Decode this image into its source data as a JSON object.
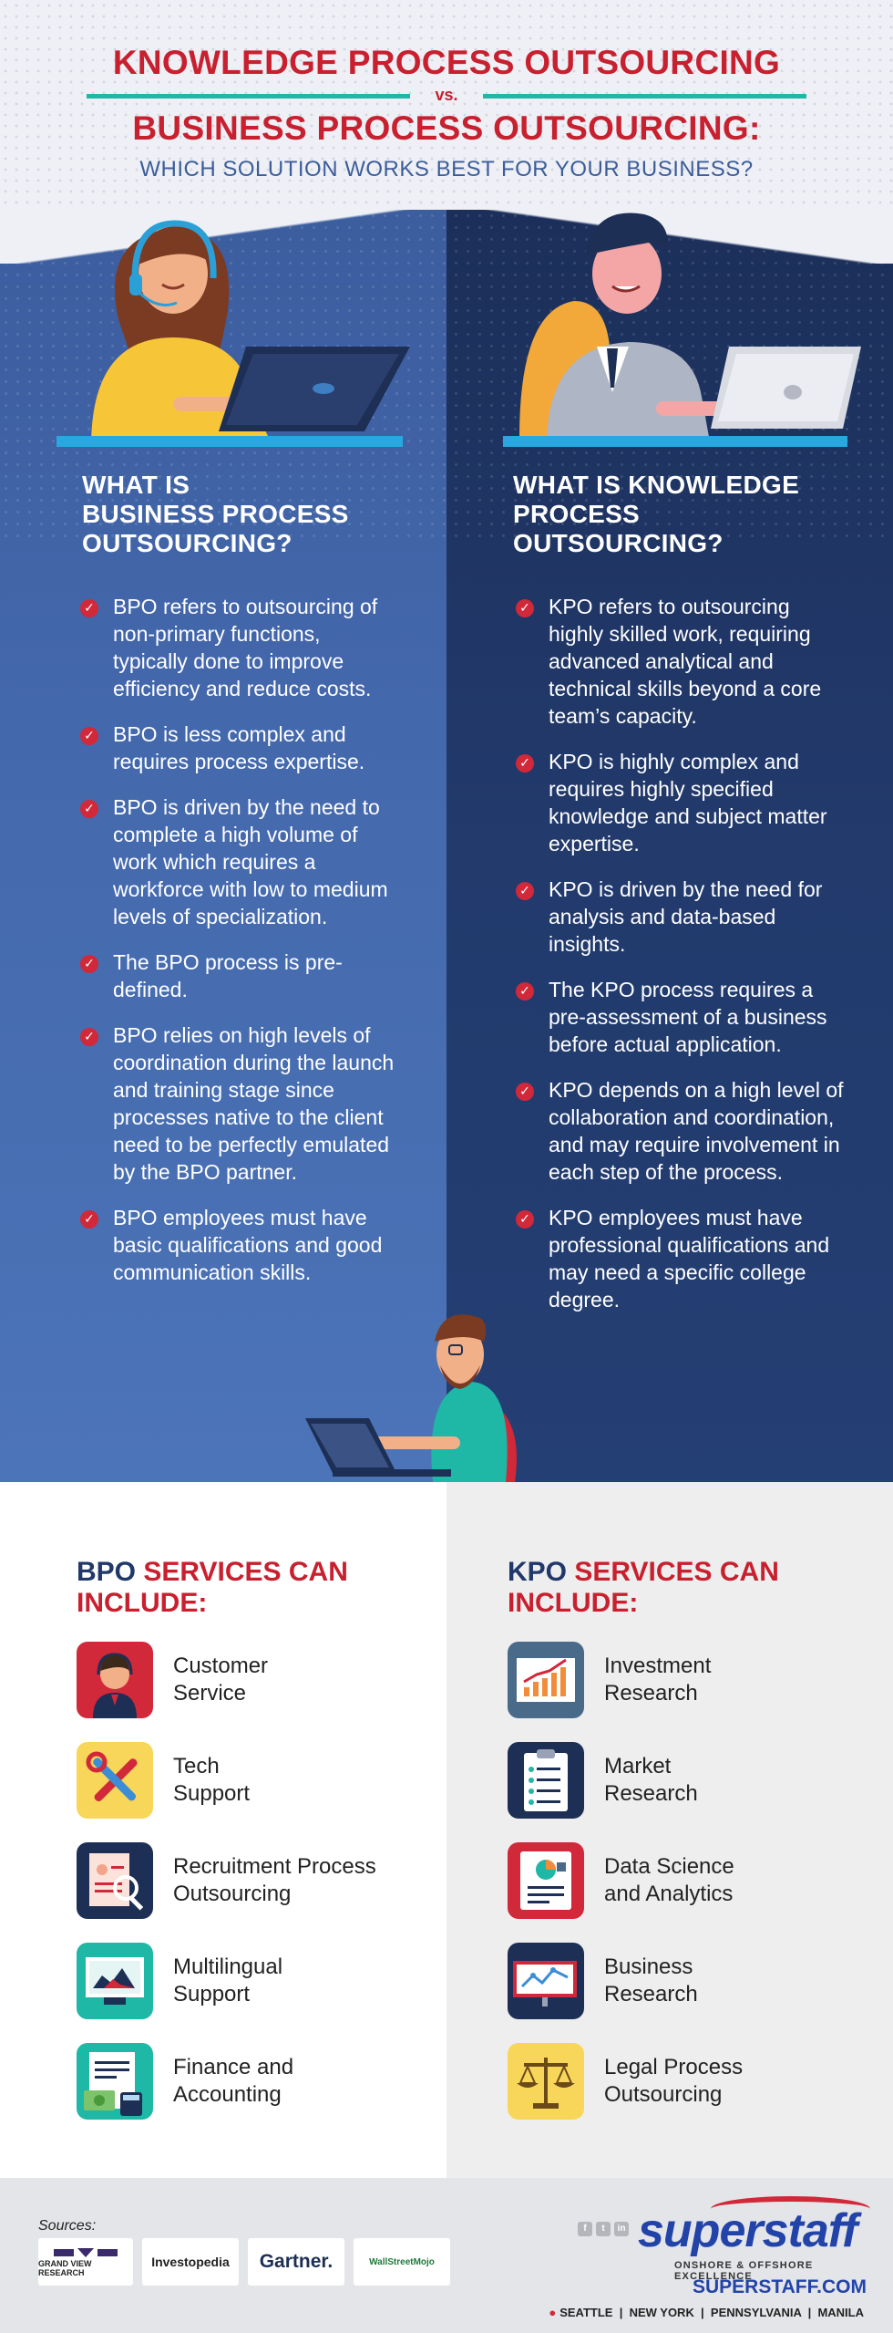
{
  "header": {
    "title_line1": "KNOWLEDGE PROCESS OUTSOURCING",
    "vs": "vs.",
    "title_line2": "BUSINESS PROCESS OUTSOURCING:",
    "subtitle": "WHICH SOLUTION WORKS BEST FOR YOUR BUSINESS?"
  },
  "bpo": {
    "heading": [
      "WHAT IS",
      "BUSINESS PROCESS",
      "OUTSOURCING?"
    ],
    "points": [
      "BPO refers to outsourcing of non-primary functions, typically done to improve efficiency and reduce costs.",
      "BPO is less complex and requires process expertise.",
      "BPO is driven by the need to complete a high volume of work which requires a workforce with low to medium levels of specialization.",
      "The BPO process is pre-defined.",
      "BPO relies on high levels of coordination during the launch and training stage since processes native to the client need to be perfectly emulated by the BPO partner.",
      "BPO employees must have basic qualifications and good communication skills."
    ]
  },
  "kpo": {
    "heading": [
      "WHAT IS KNOWLEDGE",
      "PROCESS",
      "OUTSOURCING?"
    ],
    "points": [
      "KPO refers to outsourcing highly skilled work, requiring advanced analytical and technical skills beyond a core team’s capacity.",
      "KPO is highly complex and requires highly specified knowledge and subject matter expertise.",
      "KPO is driven by the need for analysis and data-based insights.",
      "The KPO process requires a pre-assessment of a business before actual application.",
      "KPO depends on a high level of collaboration and coordination, and may require involvement in each step of the process.",
      "KPO employees must have professional qualifications and may need a specific college degree."
    ]
  },
  "bpo_services": {
    "heading_abbr": "BPO",
    "heading_rest_1": " SERVICES CAN",
    "heading_rest_2": "INCLUDE:",
    "items": [
      {
        "line1": "Customer",
        "line2": "Service",
        "icon": "customer-service-icon"
      },
      {
        "line1": "Tech",
        "line2": "Support",
        "icon": "tech-support-icon"
      },
      {
        "line1": "Recruitment Process",
        "line2": "Outsourcing",
        "icon": "recruitment-icon"
      },
      {
        "line1": "Multilingual",
        "line2": "Support",
        "icon": "multilingual-icon"
      },
      {
        "line1": "Finance and",
        "line2": "Accounting",
        "icon": "finance-icon"
      }
    ]
  },
  "kpo_services": {
    "heading_abbr": "KPO",
    "heading_rest_1": " SERVICES CAN",
    "heading_rest_2": "INCLUDE:",
    "items": [
      {
        "line1": "Investment",
        "line2": "Research",
        "icon": "investment-chart-icon"
      },
      {
        "line1": "Market",
        "line2": "Research",
        "icon": "clipboard-icon"
      },
      {
        "line1": "Data Science",
        "line2": "and Analytics",
        "icon": "data-analytics-icon"
      },
      {
        "line1": "Business",
        "line2": "Research",
        "icon": "business-chart-icon"
      },
      {
        "line1": "Legal Process",
        "line2": "Outsourcing",
        "icon": "scales-icon"
      }
    ]
  },
  "footer": {
    "sources_label": "Sources:",
    "sources": [
      "GRAND VIEW RESEARCH",
      "Investopedia",
      "Gartner.",
      "WallStreetMojo"
    ],
    "brand": "superstaff",
    "tagline": "ONSHORE & OFFSHORE EXCELLENCE",
    "website": "SUPERSTAFF.COM",
    "locations": [
      "SEATTLE",
      "NEW YORK",
      "PENNSYLVANIA",
      "MANILA"
    ],
    "social": [
      "f",
      "t",
      "in"
    ]
  },
  "colors": {
    "accent_red": "#c8202f",
    "teal": "#1fb7a6",
    "bpo_blue": "#4468ac",
    "kpo_navy": "#223a6c",
    "brand_blue": "#2243a8"
  }
}
